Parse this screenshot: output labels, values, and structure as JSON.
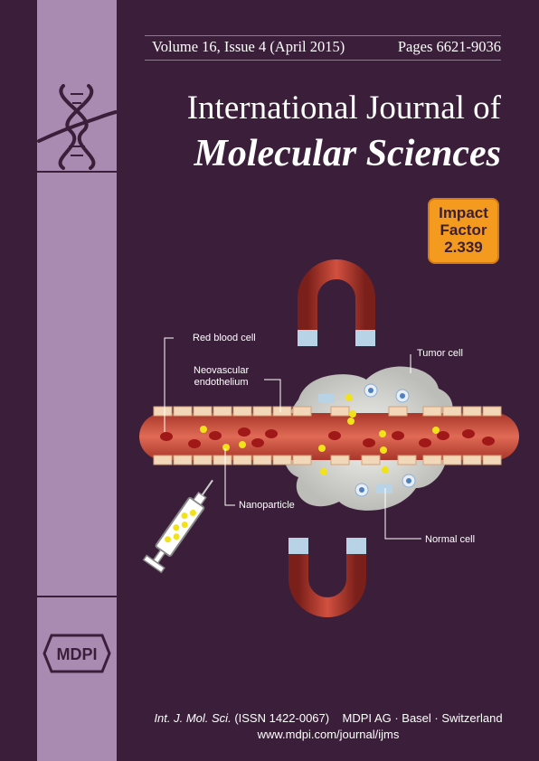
{
  "header": {
    "volume": "Volume 16, Issue 4 (April 2015)",
    "pages": "Pages 6621-9036"
  },
  "title": {
    "line1": "International Journal of",
    "line2": "Molecular Sciences"
  },
  "impact_factor": {
    "line1": "Impact",
    "line2": "Factor",
    "value": "2.339"
  },
  "illustration": {
    "labels": {
      "red_blood_cell": "Red blood cell",
      "neovascular_line1": "Neovascular",
      "neovascular_line2": "endothelium",
      "tumor_cell": "Tumor cell",
      "nanoparticle": "Nanoparticle",
      "normal_cell": "Normal cell"
    }
  },
  "publisher_logo": {
    "text": "MDPI",
    "icon": "mdpi-hexagon-logo"
  },
  "spine_icon": "dna-helix-icon",
  "footer": {
    "journal_abbrev": "Int. J. Mol. Sci.",
    "issn": "(ISSN 1422-0067)",
    "publisher": "MDPI AG · Basel · Switzerland",
    "url": "www.mdpi.com/journal/ijms"
  },
  "colors": {
    "background": "#3b1f3a",
    "spine": "#a98bb1",
    "impact_box": "#f39a1f",
    "vessel": "#c94a3a",
    "nanoparticle": "#f2e21a"
  }
}
